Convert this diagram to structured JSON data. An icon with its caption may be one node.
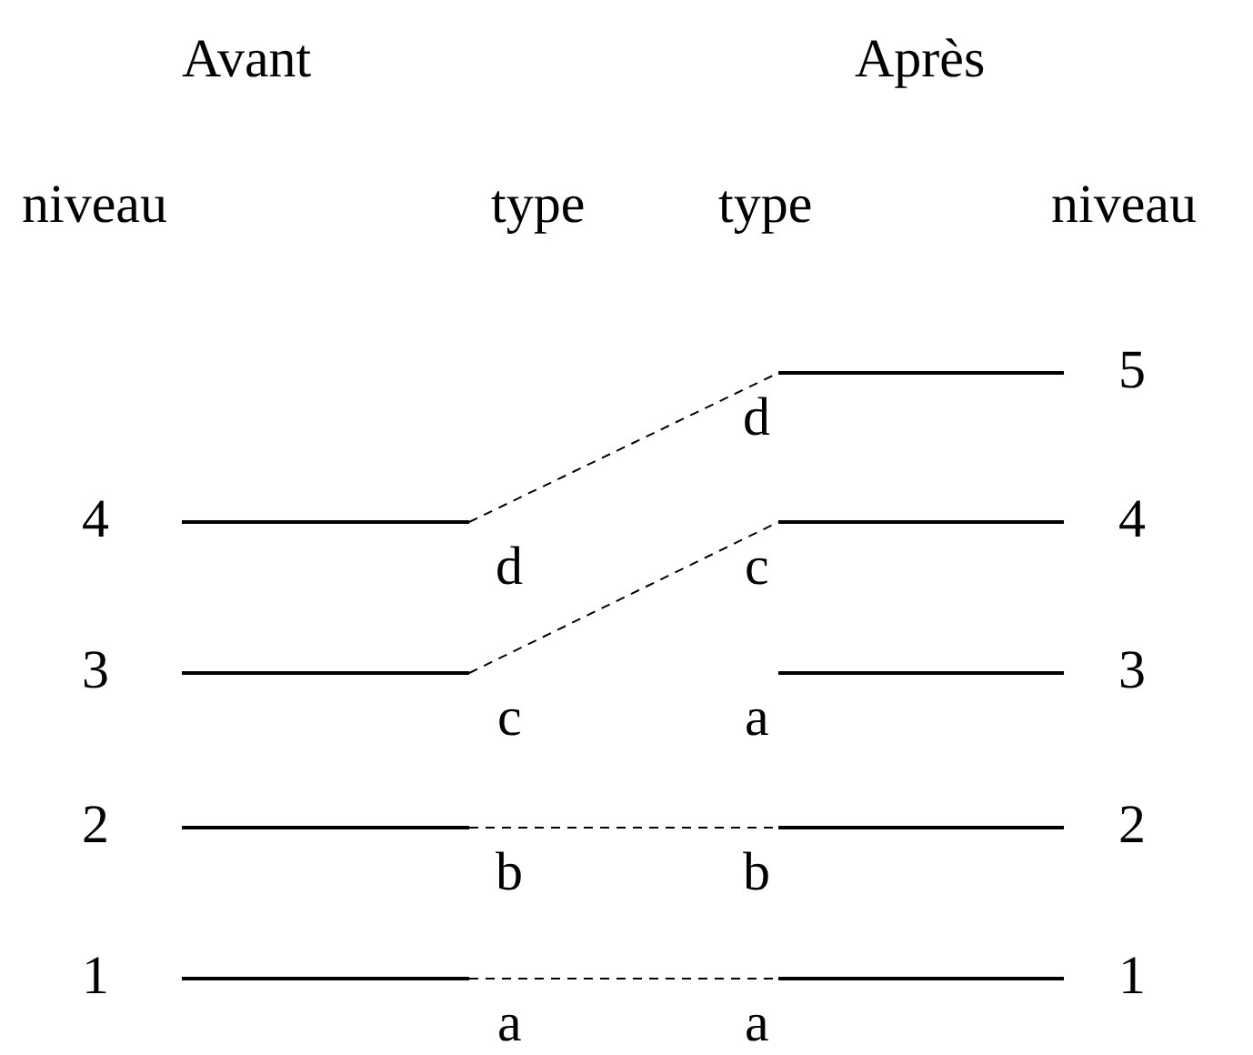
{
  "diagram": {
    "nodes": [
      {
        "text": [],
        "shape": "bar",
        "beside": [
          "5",
          "d"
        ]
      },
      {
        "text": [],
        "shape": "bar",
        "beside": [
          "4",
          "d"
        ]
      },
      {
        "text": [],
        "shape": "bar",
        "beside": [
          "4",
          "c"
        ]
      },
      {
        "text": [],
        "shape": "bar",
        "beside": [
          "3",
          "c"
        ]
      },
      {
        "text": [],
        "shape": "bar",
        "beside": [
          "3",
          "a"
        ]
      },
      {
        "text": [],
        "shape": "bar",
        "beside": [
          "2",
          "b"
        ]
      },
      {
        "text": [],
        "shape": "bar",
        "beside": [
          "2",
          "b"
        ]
      },
      {
        "text": [],
        "shape": "bar",
        "beside": [
          "1",
          "a"
        ]
      },
      {
        "text": [],
        "shape": "bar",
        "beside": [
          "1",
          "a"
        ]
      }
    ],
    "edges": [
      {
        "from": 1,
        "to": 0,
        "arrow": "none",
        "style": "dashed"
      },
      {
        "from": 3,
        "to": 2,
        "arrow": "none",
        "style": "dashed"
      },
      {
        "from": 5,
        "to": 6,
        "arrow": "none",
        "style": "dashed"
      },
      {
        "from": 7,
        "to": 8,
        "arrow": "none",
        "style": "dashed"
      }
    ],
    "labels": [
      "Avant",
      "Après",
      "niveau",
      "type",
      "type",
      "niveau"
    ]
  }
}
